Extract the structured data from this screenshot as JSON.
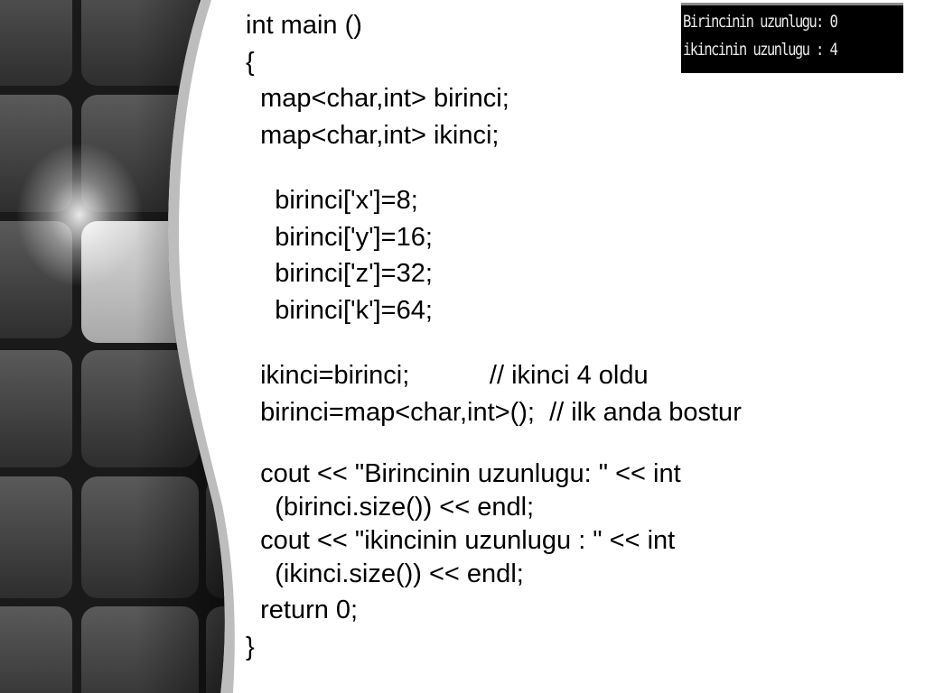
{
  "slide": {
    "code_lines": [
      "int main ()",
      "{",
      "  map<char,int> birinci;",
      "  map<char,int> ikinci;",
      "",
      "    birinci['x']=8;",
      "    birinci['y']=16;",
      "    birinci['z']=32;",
      "    birinci['k']=64;",
      "",
      "  ikinci=birinci;           // ikinci 4 oldu",
      "  birinci=map<char,int>();  // ilk anda bostur",
      "",
      "  cout << \"Birincinin uzunlugu: \" << int",
      "    (birinci.size()) << endl;",
      "  cout << \"ikincinin uzunlugu : \" << int",
      "    (ikinci.size()) << endl;",
      "  return 0;",
      "}"
    ]
  },
  "console": {
    "lines": [
      "Birincinin uzunlugu: 0",
      "ikincinin uzunlugu : 4"
    ],
    "background_color": "#000000",
    "text_color": "#e8e8e8"
  },
  "theme": {
    "background_color": "#ffffff",
    "text_color": "#000000",
    "decor_dark": "#2a2a2a",
    "decor_light": "#cfcfcf"
  }
}
